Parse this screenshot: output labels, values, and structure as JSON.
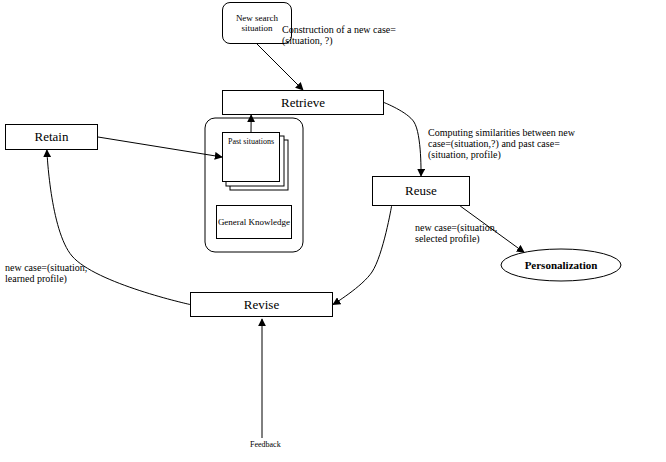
{
  "diagram": {
    "nodes": [
      {
        "text": [
          "New search situation"
        ]
      },
      {
        "text": [
          "Retrieve"
        ]
      },
      {
        "text": [
          "Retain"
        ]
      },
      {
        "text": [
          "Past situations"
        ]
      },
      {
        "text": [
          "General Knowledge"
        ]
      },
      {
        "text": [
          "Reuse"
        ]
      },
      {
        "text": [
          "Personalization"
        ]
      },
      {
        "text": [
          "Revise"
        ]
      }
    ],
    "edges": [
      {
        "from": 0,
        "to": 1,
        "arrow": "to",
        "label": "Construction of a new case=(situation, ?)"
      },
      {
        "from": 1,
        "to": 5,
        "arrow": "to",
        "label": "Computing similarities between new case=(situation,?) and past case= (situation, profile)"
      },
      {
        "from": 5,
        "to": 7,
        "arrow": "to",
        "label": "new case=(situation, selected profile)"
      },
      {
        "from": 5,
        "to": 6,
        "arrow": "to"
      },
      {
        "from": 7,
        "to": 2,
        "arrow": "to",
        "label": "new case=(situation, learned profile)"
      },
      {
        "from": 2,
        "to": 3,
        "arrow": "to"
      },
      {
        "from": 3,
        "to": 1,
        "arrow": "to"
      }
    ],
    "labels": [
      "Feedback"
    ]
  }
}
